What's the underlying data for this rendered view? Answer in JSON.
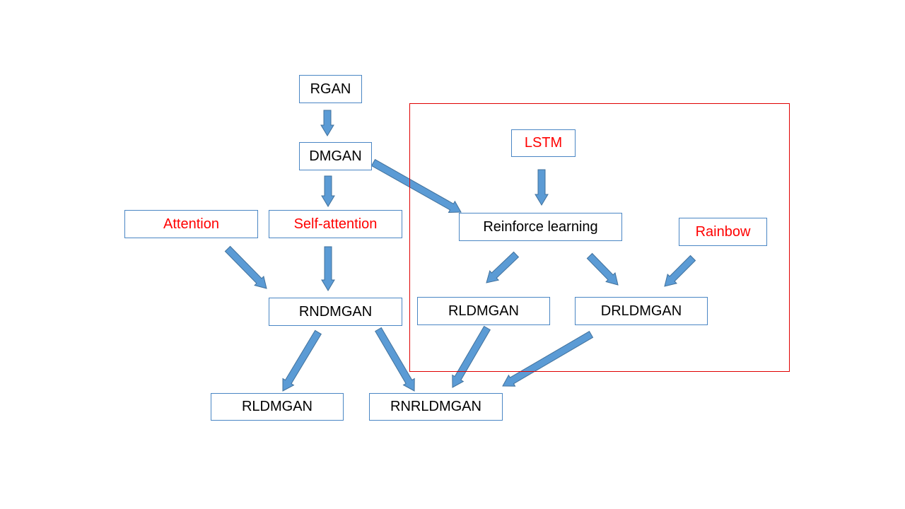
{
  "colors": {
    "arrow_fill": "#5b9bd5",
    "arrow_stroke": "#41719c",
    "node_border": "#4a86c4",
    "highlight_text": "#ff0000",
    "region_border": "#e00000"
  },
  "nodes": {
    "rgan": "RGAN",
    "dmgan": "DMGAN",
    "attention": "Attention",
    "self_attention": "Self-attention",
    "rndmgan": "RNDMGAN",
    "rldmgan_left": "RLDMGAN",
    "rnrldmgan": "RNRLDMGAN",
    "lstm": "LSTM",
    "reinforce_learning": "Reinforce learning",
    "rainbow": "Rainbow",
    "rldmgan_right": "RLDMGAN",
    "drldmgan": "DRLDMGAN"
  },
  "edges": [
    {
      "from": "RGAN",
      "to": "DMGAN"
    },
    {
      "from": "DMGAN",
      "to": "Self-attention"
    },
    {
      "from": "DMGAN",
      "to": "Reinforce learning"
    },
    {
      "from": "LSTM",
      "to": "Reinforce learning"
    },
    {
      "from": "Attention",
      "to": "RNDMGAN"
    },
    {
      "from": "Self-attention",
      "to": "RNDMGAN"
    },
    {
      "from": "Reinforce learning",
      "to": "RLDMGAN"
    },
    {
      "from": "Reinforce learning",
      "to": "DRLDMGAN"
    },
    {
      "from": "Rainbow",
      "to": "DRLDMGAN"
    },
    {
      "from": "RNDMGAN",
      "to": "RLDMGAN"
    },
    {
      "from": "RNDMGAN",
      "to": "RNRLDMGAN"
    },
    {
      "from": "RLDMGAN",
      "to": "RNRLDMGAN"
    },
    {
      "from": "DRLDMGAN",
      "to": "RNRLDMGAN"
    }
  ]
}
